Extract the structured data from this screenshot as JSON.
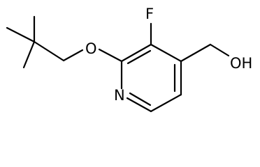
{
  "molecule": {
    "atoms": {
      "fluorine": "F",
      "oxygen_ether": "O",
      "nitrogen": "N",
      "hydroxyl": "OH"
    }
  },
  "colors": {
    "bond": "#000000",
    "text": "#000000",
    "background": "#ffffff"
  }
}
